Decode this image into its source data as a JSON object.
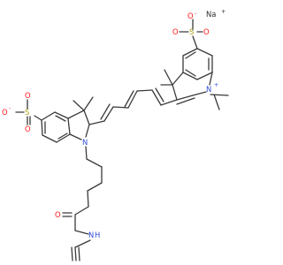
{
  "diagram": {
    "type": "chemical-structure",
    "atom_labels": {
      "na": "Na",
      "na_charge": "+",
      "so3_top": {
        "o_left": "O",
        "s": "S",
        "o_right": "O",
        "o_top": "O",
        "o_top_charge": "-"
      },
      "so3_left": {
        "o_left": "O",
        "o_left_charge": "-",
        "s": "S",
        "o_top": "O",
        "o_bottom": "O"
      },
      "n_right": "N",
      "n_right_charge": "+",
      "n_left": "N",
      "amide_o": "O",
      "amide_n": "N",
      "amide_h": "H"
    },
    "colors": {
      "oxygen": "#ff1a1a",
      "sulfur": "#b3a21a",
      "nitrogen": "#2e4bd6",
      "bond": "#3a3a3a"
    }
  }
}
